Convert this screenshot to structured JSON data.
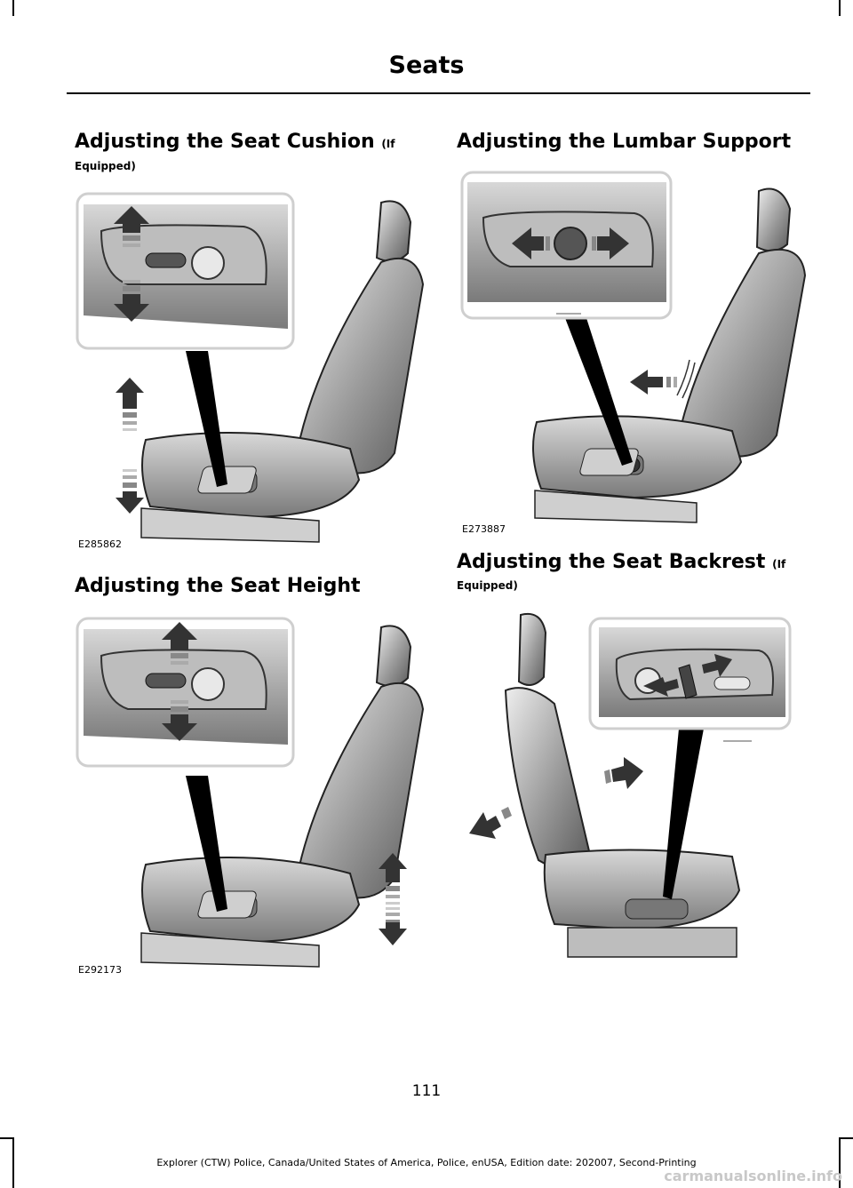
{
  "header": {
    "title": "Seats"
  },
  "sections": {
    "cushion": {
      "heading": "Adjusting the Seat Cushion",
      "heading_suffix": "(If",
      "sub": "Equipped)",
      "figure_id": "E285862"
    },
    "height": {
      "heading": "Adjusting the Seat Height",
      "figure_id": "E292173"
    },
    "lumbar": {
      "heading": "Adjusting the Lumbar Support",
      "figure_id": "E273887"
    },
    "backrest": {
      "heading": "Adjusting the Seat Backrest",
      "heading_suffix": "(If",
      "sub": "Equipped)"
    }
  },
  "footer": {
    "page_number": "111",
    "text": "Explorer (CTW) Police, Canada/United States of America, Police, enUSA, Edition date: 202007, Second-Printing"
  },
  "watermark": "carmanualsonline.info"
}
